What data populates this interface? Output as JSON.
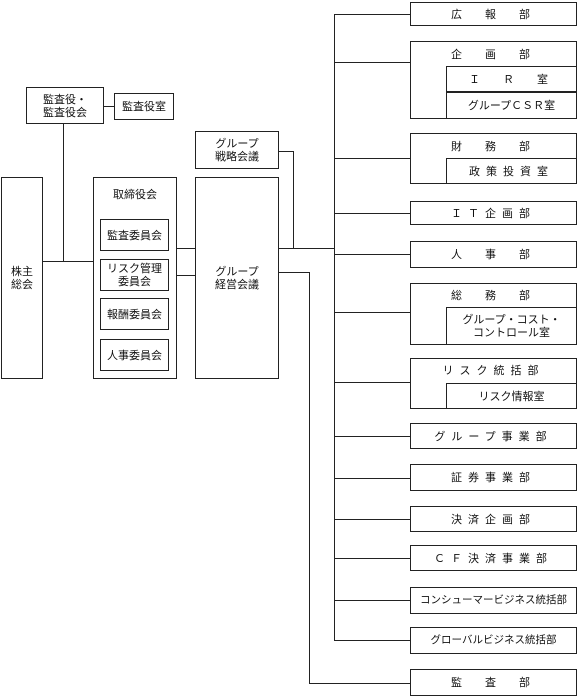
{
  "left": {
    "shareholders": "株主\n総会",
    "auditors": "監査役・\n監査役会",
    "auditors_office": "監査役室",
    "board": "取締役会",
    "committees": [
      "監査委員会",
      "リスク管理\n委員会",
      "報酬委員会",
      "人事委員会"
    ],
    "strategy": "グループ\n戦略会議",
    "management": "グループ\n経営会議"
  },
  "departments": [
    {
      "name": "広　報　部"
    },
    {
      "name": "企　画　部",
      "subs": [
        "Ｉ　Ｒ　室",
        "グループＣＳＲ室"
      ]
    },
    {
      "name": "財　務　部",
      "subs": [
        "政策投資室"
      ]
    },
    {
      "name": "ＩＴ企画部"
    },
    {
      "name": "人　事　部"
    },
    {
      "name": "総　務　部",
      "subs": [
        "グループ・コスト・\nコントロール室"
      ]
    },
    {
      "name": "リスク統括部",
      "subs": [
        "リスク情報室"
      ]
    },
    {
      "name": "グループ事業部"
    },
    {
      "name": "証券事業部"
    },
    {
      "name": "決済企画部"
    },
    {
      "name": "ＣＦ決済事業部"
    },
    {
      "name": "コンシューマービジネス統括部"
    },
    {
      "name": "グローバルビジネス統括部"
    }
  ],
  "audit": "監　査　部"
}
